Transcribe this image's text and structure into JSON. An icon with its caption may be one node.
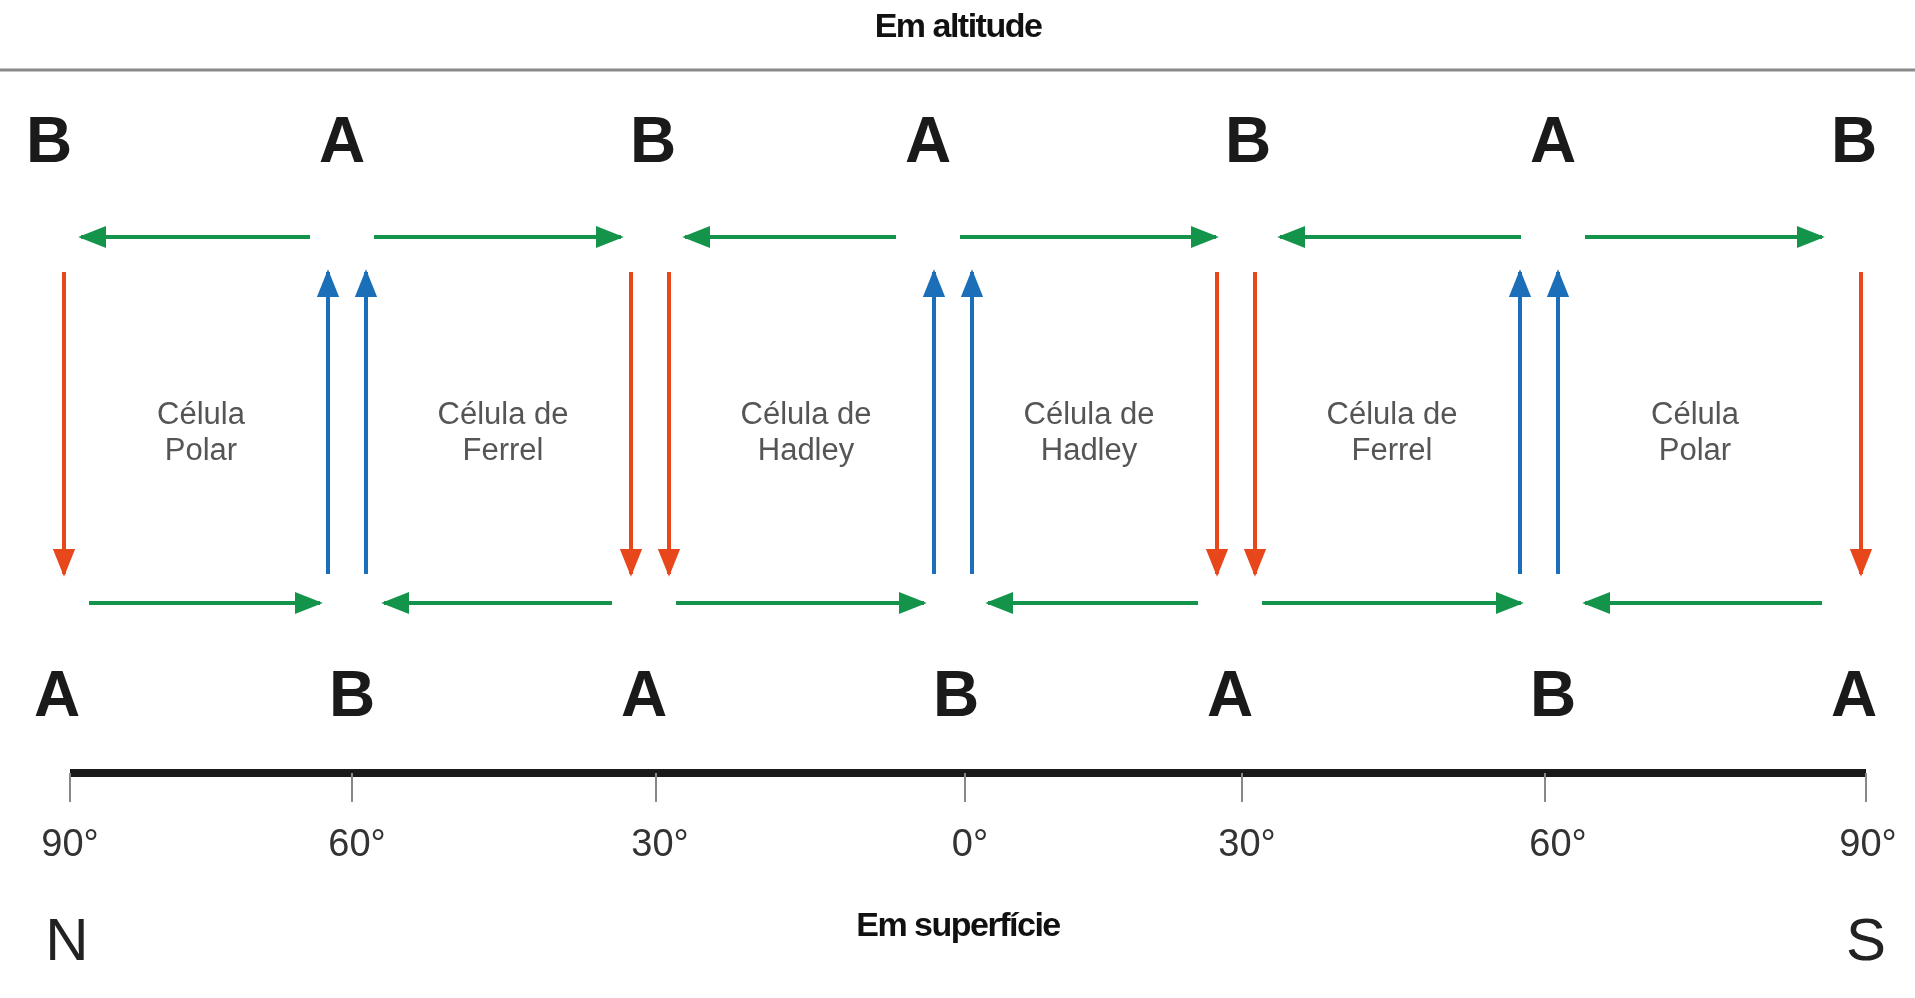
{
  "diagram": {
    "title": "Em altitude",
    "nodes": [
      {
        "text": [
          "B"
        ]
      },
      {
        "text": [
          "A"
        ]
      },
      {
        "text": [
          "B"
        ]
      },
      {
        "text": [
          "A"
        ]
      },
      {
        "text": [
          "B"
        ]
      },
      {
        "text": [
          "A"
        ]
      },
      {
        "text": [
          "B"
        ]
      },
      {
        "text": [
          "A"
        ]
      },
      {
        "text": [
          "B"
        ]
      },
      {
        "text": [
          "A"
        ]
      },
      {
        "text": [
          "B"
        ]
      },
      {
        "text": [
          "A"
        ]
      },
      {
        "text": [
          "B"
        ]
      },
      {
        "text": [
          "A"
        ]
      }
    ],
    "edges": [
      {
        "from": 1,
        "to": 0,
        "arrow": "to"
      },
      {
        "from": 1,
        "to": 2,
        "arrow": "to"
      },
      {
        "from": 3,
        "to": 2,
        "arrow": "to"
      },
      {
        "from": 3,
        "to": 4,
        "arrow": "to"
      },
      {
        "from": 5,
        "to": 4,
        "arrow": "to"
      },
      {
        "from": 5,
        "to": 6,
        "arrow": "to"
      },
      {
        "from": 0,
        "to": 7,
        "arrow": "to",
        "color": "#e8461b"
      },
      {
        "from": 8,
        "to": 1,
        "arrow": "to",
        "color": "#1a6fb8"
      },
      {
        "from": 8,
        "to": 1,
        "arrow": "to",
        "color": "#1a6fb8"
      },
      {
        "from": 2,
        "to": 9,
        "arrow": "to",
        "color": "#e8461b"
      },
      {
        "from": 2,
        "to": 9,
        "arrow": "to",
        "color": "#e8461b"
      },
      {
        "from": 10,
        "to": 3,
        "arrow": "to",
        "color": "#1a6fb8"
      },
      {
        "from": 10,
        "to": 3,
        "arrow": "to",
        "color": "#1a6fb8"
      },
      {
        "from": 4,
        "to": 11,
        "arrow": "to",
        "color": "#e8461b"
      },
      {
        "from": 4,
        "to": 11,
        "arrow": "to",
        "color": "#e8461b"
      },
      {
        "from": 12,
        "to": 5,
        "arrow": "to",
        "color": "#1a6fb8"
      },
      {
        "from": 12,
        "to": 5,
        "arrow": "to",
        "color": "#1a6fb8"
      },
      {
        "from": 6,
        "to": 13,
        "arrow": "to",
        "color": "#e8461b"
      },
      {
        "from": 7,
        "to": 8,
        "arrow": "to"
      },
      {
        "from": 9,
        "to": 8,
        "arrow": "to"
      },
      {
        "from": 9,
        "to": 10,
        "arrow": "to"
      },
      {
        "from": 11,
        "to": 10,
        "arrow": "to"
      },
      {
        "from": 11,
        "to": 12,
        "arrow": "to"
      },
      {
        "from": 13,
        "to": 12,
        "arrow": "to"
      }
    ],
    "labels": [
      "Célula Polar",
      "Célula de Ferrel",
      "Célula de Hadley",
      "Célula de Hadley",
      "Célula de Ferrel",
      "Célula Polar",
      "90°",
      "60°",
      "30°",
      "0°",
      "30°",
      "60°",
      "90°",
      "N",
      "Em superfície",
      "S"
    ]
  }
}
